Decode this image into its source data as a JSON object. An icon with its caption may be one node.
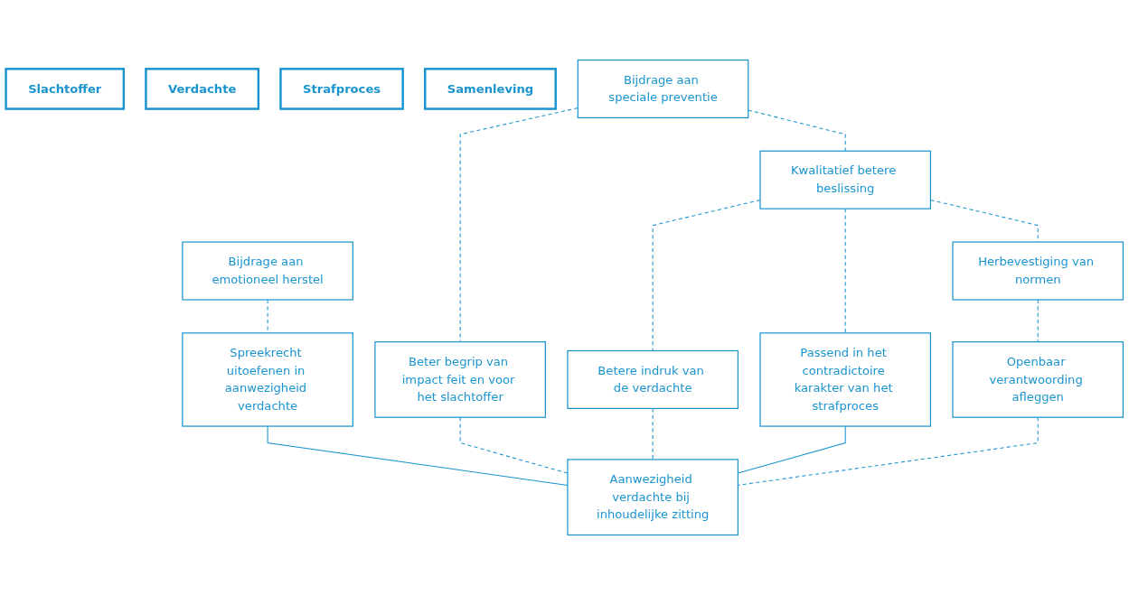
{
  "diagram": {
    "nodes": [
      {
        "text": [
          "Slachtoffer"
        ]
      },
      {
        "text": [
          "Verdachte"
        ]
      },
      {
        "text": [
          "Strafproces"
        ]
      },
      {
        "text": [
          "Samenleving"
        ]
      },
      {
        "text": [
          "Bijdrage aan emotioneel herstel"
        ]
      },
      {
        "text": [
          "Bijdrage aan speciale preventie"
        ]
      },
      {
        "text": [
          "Kwalitatief betere beslissing"
        ]
      },
      {
        "text": [
          "Herbevestiging van normen"
        ]
      },
      {
        "text": [
          "Spreekrecht uitoefenen in aanwezigheid verdachte"
        ]
      },
      {
        "text": [
          "Beter begrip van impact feit en voor het slachtoffer"
        ]
      },
      {
        "text": [
          "Betere indruk van de verdachte"
        ]
      },
      {
        "text": [
          "Passend in het contradictoire karakter van het strafproces"
        ]
      },
      {
        "text": [
          "Openbaar verantwoording afleggen"
        ]
      },
      {
        "text": [
          "Aanwezigheid verdachte bij inhoudelijke zitting"
        ]
      }
    ],
    "edges": [
      {
        "from": 5,
        "to": 6,
        "arrow": "none",
        "style": "dashed"
      },
      {
        "from": 6,
        "to": 7,
        "arrow": "none",
        "style": "dashed"
      },
      {
        "from": 4,
        "to": 8,
        "arrow": "none",
        "style": "dashed"
      },
      {
        "from": 5,
        "to": 9,
        "arrow": "none",
        "style": "dashed"
      },
      {
        "from": 6,
        "to": 10,
        "arrow": "none",
        "style": "dashed"
      },
      {
        "from": 6,
        "to": 11,
        "arrow": "none",
        "style": "dashed"
      },
      {
        "from": 7,
        "to": 12,
        "arrow": "none",
        "style": "dashed"
      },
      {
        "from": 8,
        "to": 13,
        "arrow": "none"
      },
      {
        "from": 9,
        "to": 13,
        "arrow": "none",
        "style": "dashed"
      },
      {
        "from": 10,
        "to": 13,
        "arrow": "none",
        "style": "dashed"
      },
      {
        "from": 11,
        "to": 13,
        "arrow": "none"
      },
      {
        "from": 12,
        "to": 13,
        "arrow": "none",
        "style": "dashed"
      }
    ]
  }
}
